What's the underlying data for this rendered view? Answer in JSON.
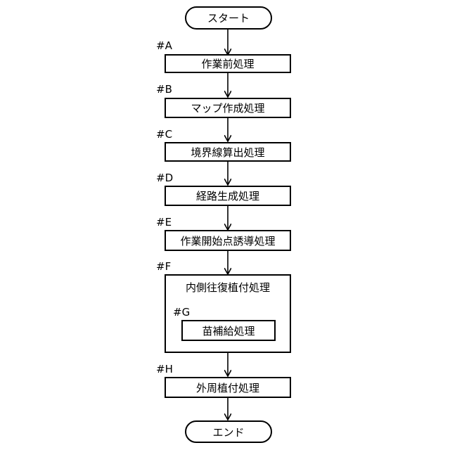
{
  "flowchart": {
    "start": "スタート",
    "end": "エンド",
    "steps": [
      {
        "id": "#A",
        "label": "作業前処理"
      },
      {
        "id": "#B",
        "label": "マップ作成処理"
      },
      {
        "id": "#C",
        "label": "境界線算出処理"
      },
      {
        "id": "#D",
        "label": "経路生成処理"
      },
      {
        "id": "#E",
        "label": "作業開始点誘導処理"
      },
      {
        "id": "#F",
        "label": "内側往復植付処理",
        "sub": {
          "id": "#G",
          "label": "苗補給処理"
        }
      },
      {
        "id": "#H",
        "label": "外周植付処理"
      }
    ]
  }
}
